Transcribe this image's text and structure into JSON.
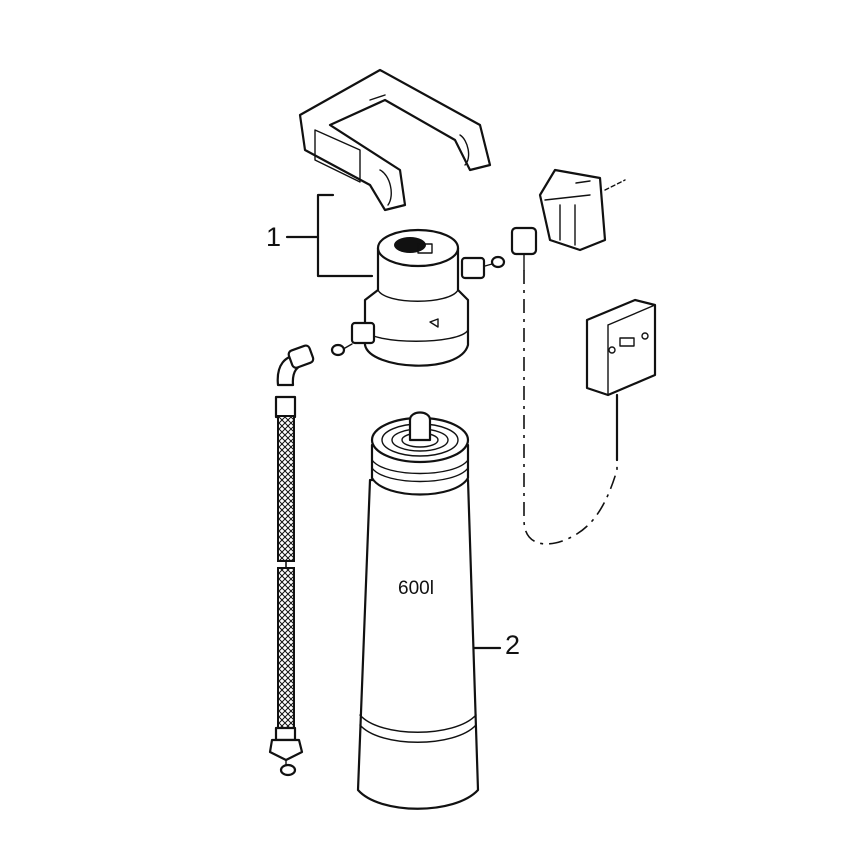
{
  "diagram": {
    "type": "exploded-parts-view",
    "subject": "water filter system",
    "callouts": [
      {
        "id": "1",
        "label": "1",
        "refers_to": "filter head with mounting bracket"
      },
      {
        "id": "2",
        "label": "2",
        "refers_to": "filter cartridge"
      }
    ],
    "cartridge_capacity_label": "600l",
    "parts": [
      "mounting-bracket",
      "filter-head",
      "flow-meter",
      "display-module",
      "braided-connection-hose",
      "seal-washers",
      "filter-cartridge"
    ]
  }
}
